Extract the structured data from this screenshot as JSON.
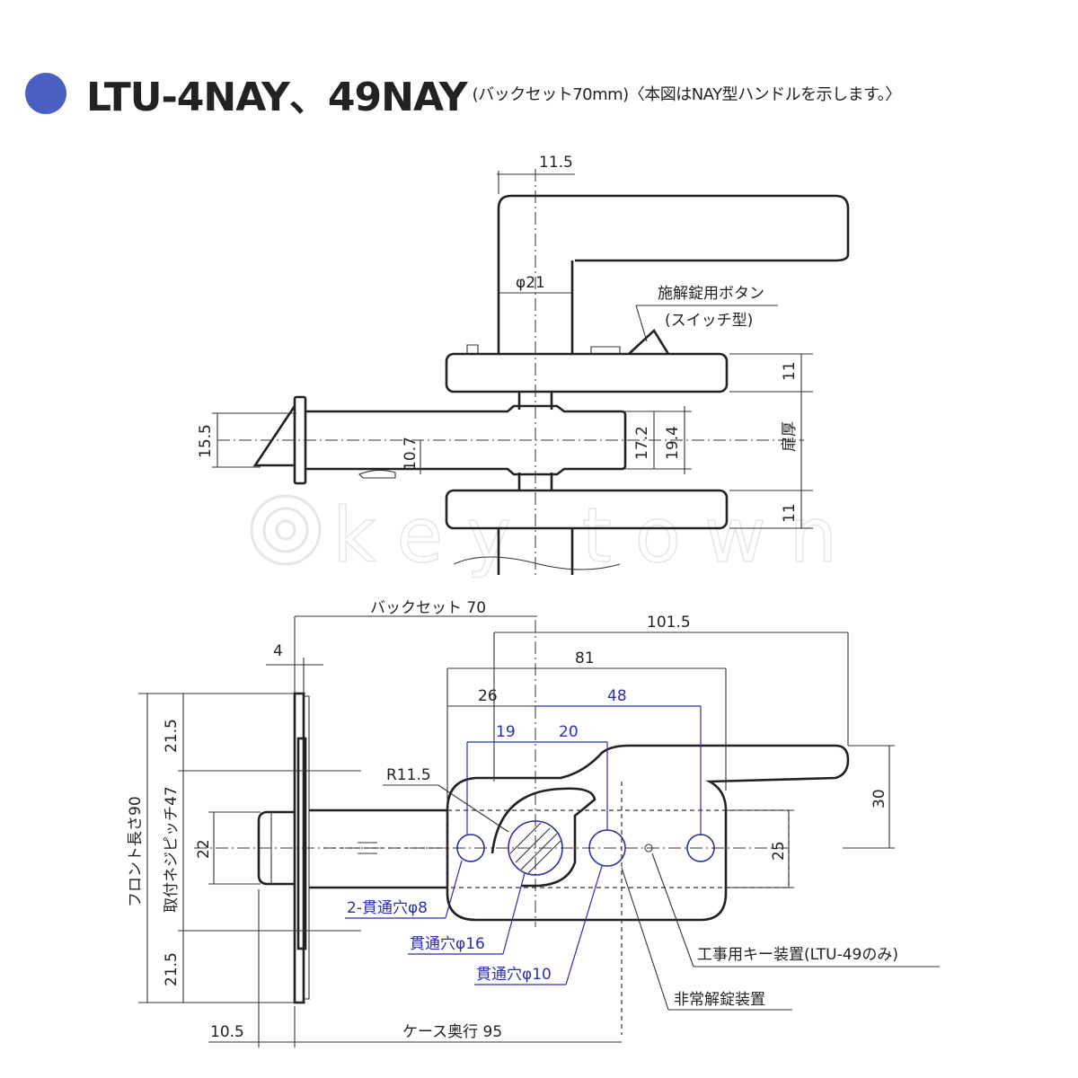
{
  "header": {
    "model": "LTU-4NAY、49NAY",
    "backset": "(バックセット70mm)",
    "note": "〈本図はNAY型ハンドルを示します。〉"
  },
  "watermark": {
    "text": "key town"
  },
  "top_view": {
    "dim_11_5": "11.5",
    "dim_phi21": "φ21",
    "button_label": "施解錠用ボタン",
    "button_type": "(スイッチ型)",
    "dim_11_top": "11",
    "dim_11_bottom": "11",
    "door_thickness": "扉厚",
    "dim_15_5": "15.5",
    "dim_10_7": "10.7",
    "dim_17_2": "17.2",
    "dim_19_4": "19.4"
  },
  "front_view": {
    "backset": "バックセット 70",
    "dim_101_5": "101.5",
    "dim_81": "81",
    "dim_4": "4",
    "dim_26": "26",
    "dim_48": "48",
    "dim_19": "19",
    "dim_20": "20",
    "dim_21_5_top": "21.5",
    "dim_21_5_bottom": "21.5",
    "front_length": "フロント長さ90",
    "screw_pitch": "取付ネジピッチ47",
    "dim_22": "22",
    "dim_30": "30",
    "dim_25": "25",
    "r11_5": "R11.5",
    "hole_8": "2-貫通穴φ8",
    "hole_16": "貫通穴φ16",
    "hole_10": "貫通穴φ10",
    "construction_key": "工事用キー装置(LTU-49のみ)",
    "emergency_unlock": "非常解錠装置",
    "dim_10_5": "10.5",
    "case_depth": "ケース奥行 95"
  },
  "colors": {
    "accent": "#4a5fc1",
    "blue_dims": "#2b2ea8",
    "line": "#222222"
  }
}
